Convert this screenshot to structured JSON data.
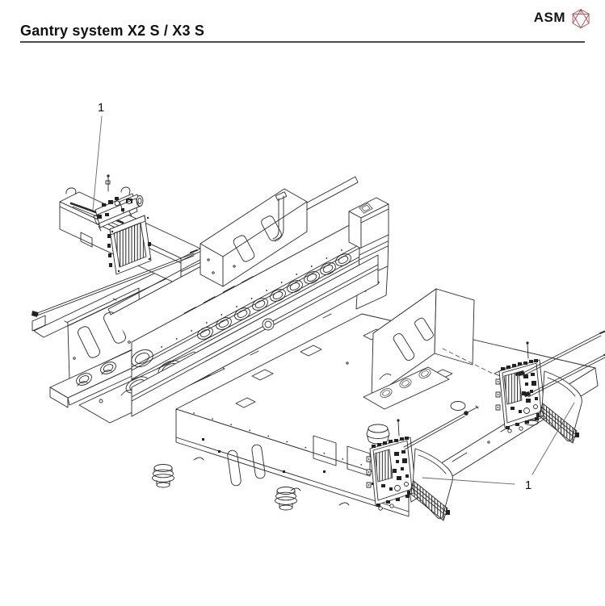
{
  "page": {
    "title": "Gantry system X2 S / X3 S"
  },
  "brand": {
    "name": "ASM",
    "icon": "gem-hexagon-icon",
    "icon_color": "#a34d52"
  },
  "figure": {
    "type": "isometric exploded technical line drawing",
    "subject": "Gantry system machine base frame with X-carriage drive assemblies",
    "line_color": "#2b2b2b",
    "background": "#ffffff",
    "callouts": [
      {
        "label": "1",
        "target": "upper-left X-carriage drive assembly"
      },
      {
        "label": "1",
        "target": "lower X-carriage drive assemblies (2x)"
      }
    ]
  }
}
